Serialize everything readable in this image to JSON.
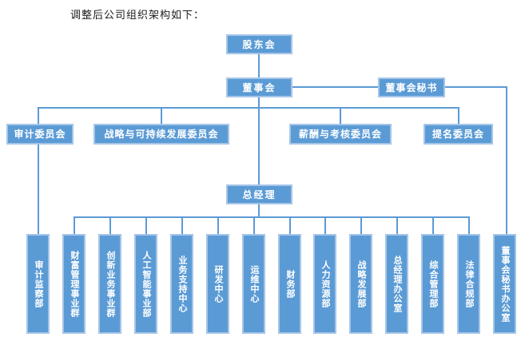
{
  "title": "调整后公司组织架构如下：",
  "colors": {
    "node_fill": "#5B9BD5",
    "node_border": "#A6C5E8",
    "connector": "#5B9BD5",
    "node_text": "#FFFFFF",
    "title_text": "#1A1A1A",
    "background": "#FFFFFF"
  },
  "org": {
    "shareholders": "股东会",
    "board": "董事会",
    "board_secretary": "董事会秘书",
    "committees": [
      "审计委员会",
      "战略与可持续发展委员会",
      "薪酬与考核委员会",
      "提名委员会"
    ],
    "general_manager": "总经理",
    "departments": [
      "审计监察部",
      "财富管理事业群",
      "创新业务事业群",
      "人工智能事业部",
      "业务支持中心",
      "研发中心",
      "运维中心",
      "财务部",
      "人力资源部",
      "战略发展部",
      "总经理办公室",
      "综合管理部",
      "法律合规部",
      "董事会秘书办公室"
    ]
  }
}
